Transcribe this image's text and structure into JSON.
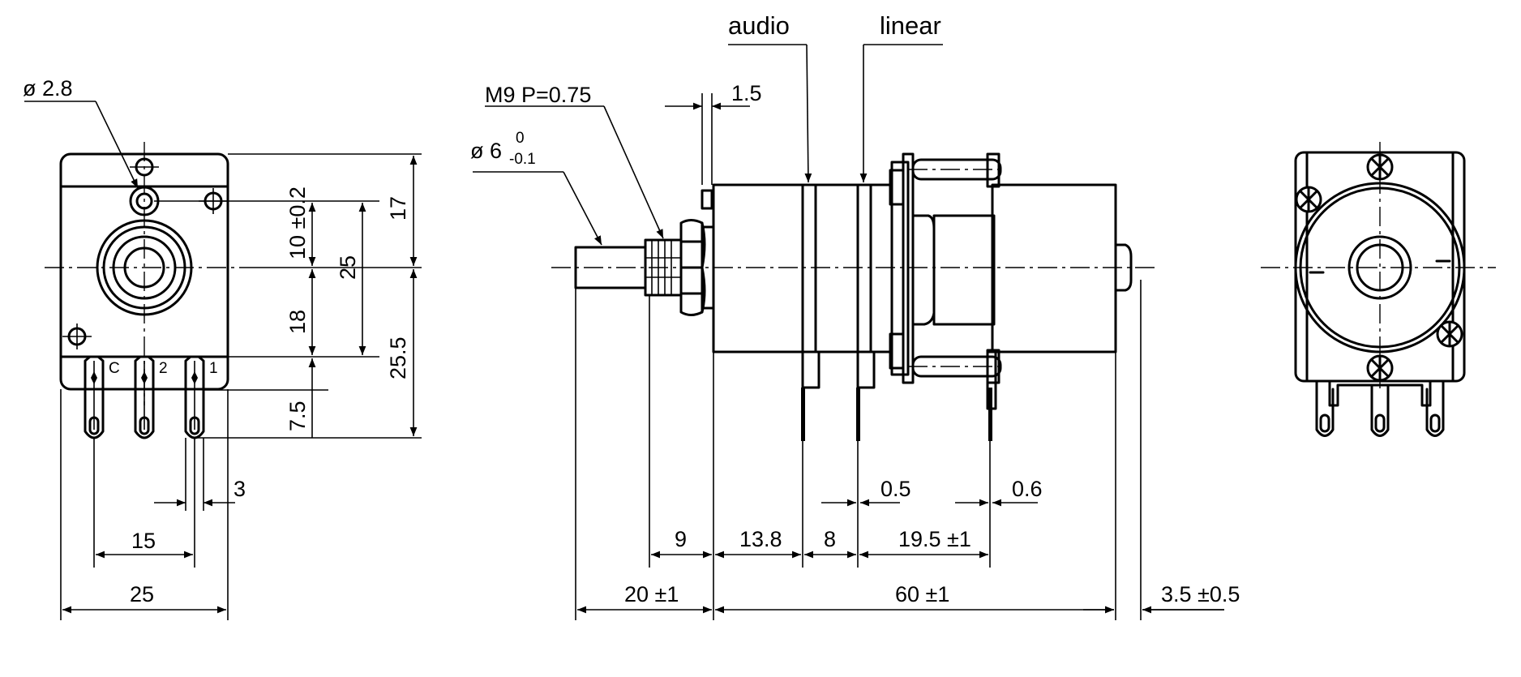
{
  "left_view": {
    "hole_dia": "ø 2.8",
    "tol_10": "10 ±0.2",
    "dim_17": "17",
    "dim_25_v": "25",
    "dim_18": "18",
    "dim_25_5": "25.5",
    "dim_7_5": "7.5",
    "dim_3": "3",
    "dim_15": "15",
    "dim_25_h": "25",
    "pin_labels": [
      "C",
      "2",
      "1"
    ]
  },
  "side_view": {
    "label_audio": "audio",
    "label_linear": "linear",
    "thread": "M9  P=0.75",
    "shaft_dia": "ø 6",
    "shaft_tol_upper": "0",
    "shaft_tol_lower": "-0.1",
    "dim_1_5": "1.5",
    "dim_0_5": "0.5",
    "dim_0_6": "0.6",
    "dim_9": "9",
    "dim_13_8": "13.8",
    "dim_8": "8",
    "dim_19_5": "19.5 ±1",
    "dim_20": "20 ±1",
    "dim_60": "60 ±1",
    "dim_3_5": "3.5 ±0.5"
  }
}
